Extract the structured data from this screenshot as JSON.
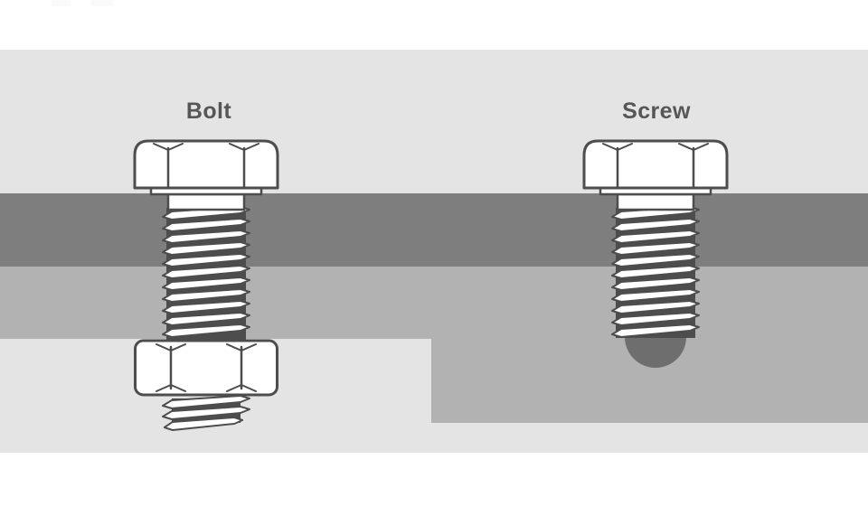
{
  "diagram": {
    "bolt_label": "Bolt",
    "screw_label": "Screw"
  },
  "colors": {
    "background": "#ffffff",
    "panel": "#e4e4e4",
    "top_material_layer": "#7e7e7e",
    "bottom_material_layer": "#b2b2b2",
    "fastener_outline": "#4d4d4d",
    "fastener_fill": "#ffffff",
    "screw_embedded_tip": "#6e6e6e",
    "label_text": "#565656"
  },
  "icons": {
    "bolt_illustration": "hex-bolt-with-nut",
    "screw_illustration": "hex-screw-embedded"
  }
}
